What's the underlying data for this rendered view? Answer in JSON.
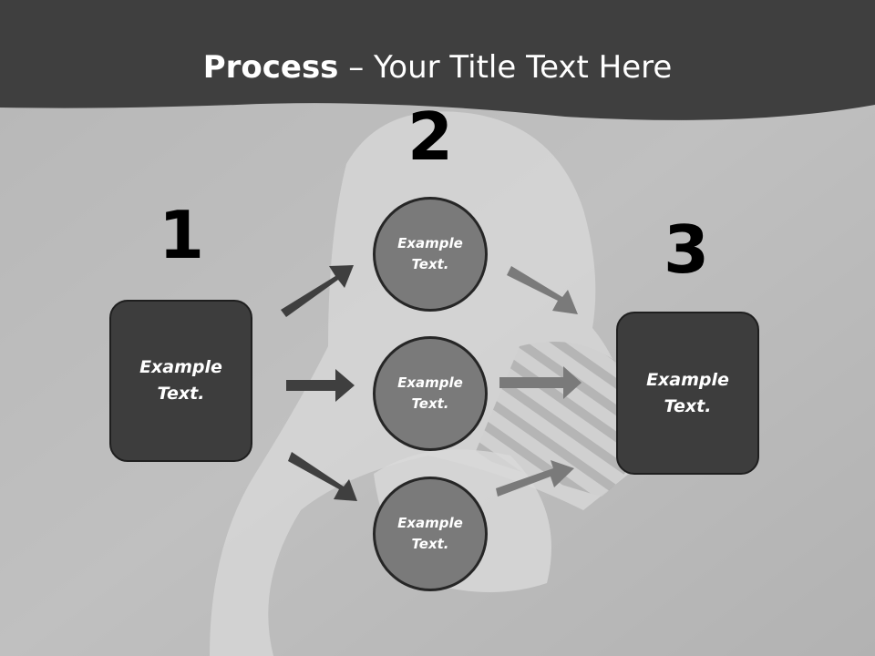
{
  "title": {
    "bold": "Process",
    "rest": " – Your Title Text Here"
  },
  "steps": [
    {
      "number": "1",
      "text": "Example\nText."
    },
    {
      "number": "2",
      "text": "Example\nText."
    },
    {
      "number": "3",
      "text": "Example\nText."
    }
  ],
  "circles": [
    {
      "text": "Example\nText."
    },
    {
      "text": "Example\nText."
    },
    {
      "text": "Example\nText."
    }
  ],
  "colors": {
    "header": "#3f3f3f",
    "box": "#3d3d3d",
    "circle": "#7a7a7a",
    "arrow_dark": "#3f3f3f",
    "arrow_light": "#7a7a7a"
  }
}
